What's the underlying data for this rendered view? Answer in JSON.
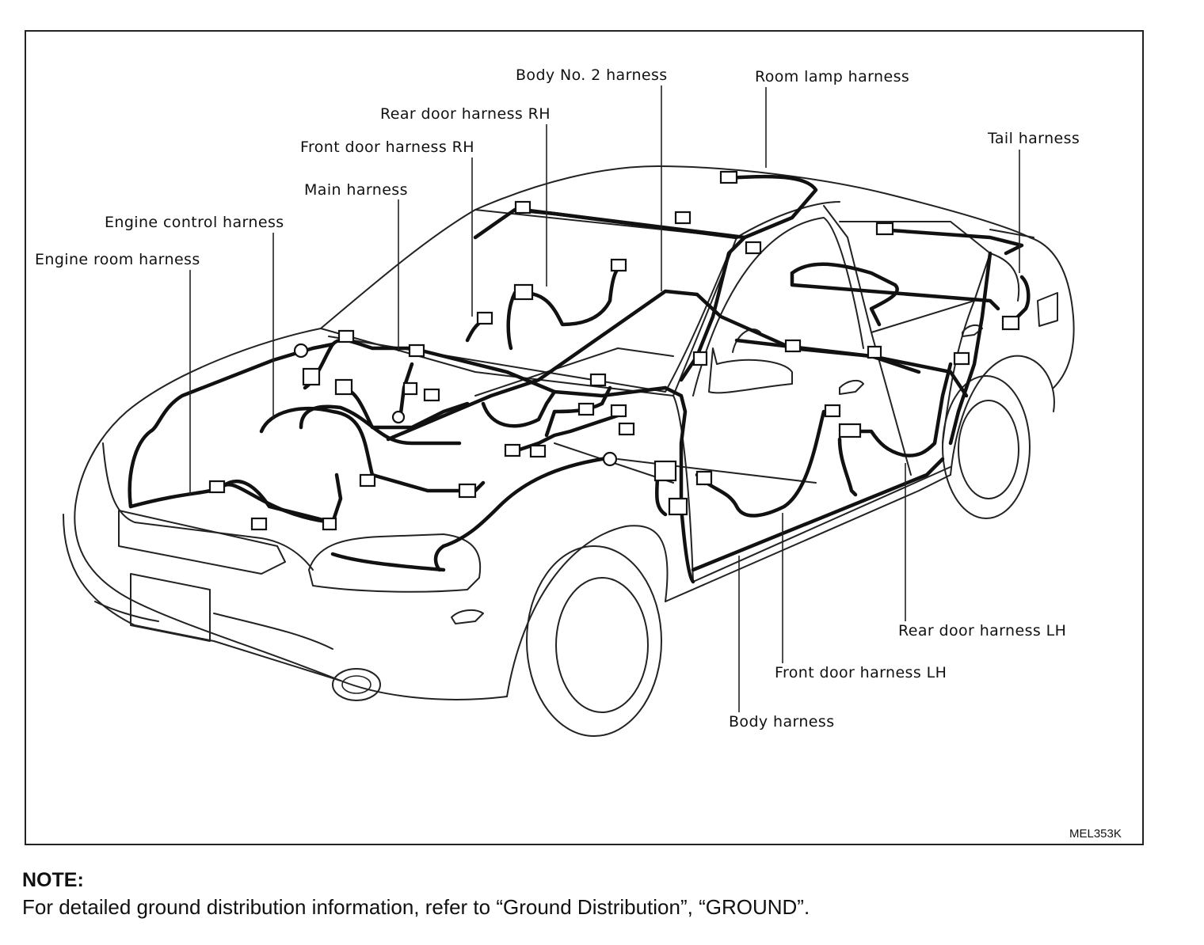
{
  "labels": {
    "body_no2": "Body No. 2 harness",
    "room_lamp": "Room lamp harness",
    "rear_door_rh": "Rear door harness RH",
    "tail": "Tail harness",
    "front_door_rh": "Front door harness RH",
    "main": "Main harness",
    "engine_control": "Engine control harness",
    "engine_room": "Engine room harness",
    "rear_door_lh": "Rear door harness LH",
    "front_door_lh": "Front door harness LH",
    "body": "Body harness"
  },
  "figure_code": "MEL353K",
  "note": {
    "title": "NOTE:",
    "text": "For detailed ground distribution information, refer to “Ground Distribution”, “GROUND”."
  }
}
